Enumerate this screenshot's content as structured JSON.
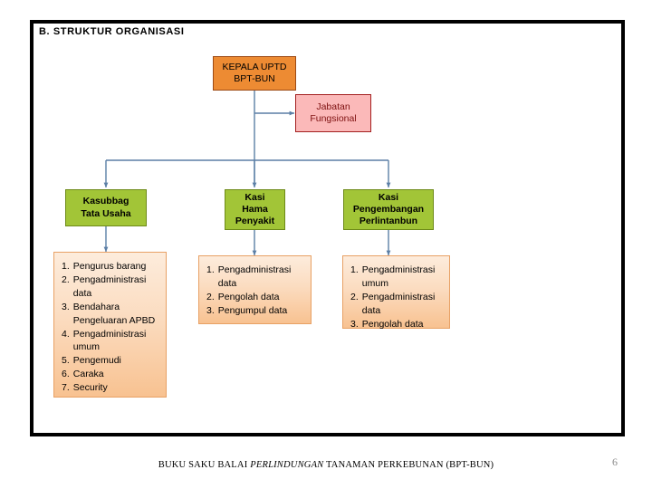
{
  "slide": {
    "title": "B. STRUKTUR ORGANISASI",
    "page_number": "6",
    "footer": {
      "prefix": "BUKU SAKU BALAI ",
      "italic": "PERLINDUNGAN",
      "suffix": " TANAMAN PERKEBUNAN (BPT-BUN)"
    },
    "colors": {
      "frame_border": "#000000",
      "head_fill": "#ED8B33",
      "head_border": "#9C4A14",
      "functional_fill": "#FBB9B9",
      "functional_border": "#A32020",
      "functional_text": "#7E1010",
      "green_fill": "#A2C537",
      "green_border": "#6E8A18",
      "list_fill_top": "#FDECDC",
      "list_fill_bottom": "#F8C291",
      "list_border": "#E8A165",
      "connector": "#5B7FA6",
      "page_number": "#8C8C8C"
    }
  },
  "chart_data": {
    "type": "diagram",
    "title": "B. STRUKTUR ORGANISASI",
    "nodes": [
      {
        "id": "kepala",
        "label": "KEPALA UPTD BPT-BUN",
        "level": 0,
        "style": "orange"
      },
      {
        "id": "fungsional",
        "label": "Jabatan Fungsional",
        "level": 1,
        "style": "pink"
      },
      {
        "id": "kasubbag",
        "label": "Kasubbag Tata Usaha",
        "level": 2,
        "style": "green"
      },
      {
        "id": "kasi-hama",
        "label": "Kasi Hama Penyakit",
        "level": 2,
        "style": "green"
      },
      {
        "id": "kasi-bang",
        "label": "Kasi Pengembangan Perlintanbun",
        "level": 2,
        "style": "green"
      },
      {
        "id": "list-kasubbag",
        "label": "staff list of Kasubbag Tata Usaha",
        "level": 3,
        "style": "peach"
      },
      {
        "id": "list-hama",
        "label": "staff list of Kasi Hama Penyakit",
        "level": 3,
        "style": "peach"
      },
      {
        "id": "list-bang",
        "label": "staff list of Kasi Pengembangan Perlintanbun",
        "level": 3,
        "style": "peach"
      }
    ],
    "edges": [
      {
        "from": "kepala",
        "to": "fungsional",
        "type": "arrow"
      },
      {
        "from": "kepala",
        "to": "kasubbag",
        "type": "arrow"
      },
      {
        "from": "kepala",
        "to": "kasi-hama",
        "type": "arrow"
      },
      {
        "from": "kepala",
        "to": "kasi-bang",
        "type": "arrow"
      },
      {
        "from": "kasubbag",
        "to": "list-kasubbag",
        "type": "arrow"
      },
      {
        "from": "kasi-hama",
        "to": "list-hama",
        "type": "arrow"
      },
      {
        "from": "kasi-bang",
        "to": "list-bang",
        "type": "arrow"
      }
    ]
  },
  "nodes": {
    "kepala": {
      "line1": "KEPALA UPTD",
      "line2": "BPT-BUN"
    },
    "fungsional": {
      "line1": "Jabatan",
      "line2": "Fungsional"
    },
    "kasubbag": {
      "line1": "Kasubbag",
      "line2": "Tata Usaha"
    },
    "kasi_hama": {
      "line1": "Kasi",
      "line2": "Hama",
      "line3": "Penyakit"
    },
    "kasi_bang": {
      "line1": "Kasi",
      "line2": "Pengembangan",
      "line3": "Perlintanbun"
    }
  },
  "lists": {
    "kasubbag": [
      {
        "num": "1.",
        "text": "Pengurus barang"
      },
      {
        "num": "2.",
        "text": "Pengadministrasi data"
      },
      {
        "num": "3.",
        "text": "Bendahara Pengeluaran APBD"
      },
      {
        "num": "4.",
        "text": "Pengadministrasi umum"
      },
      {
        "num": "5.",
        "text": "Pengemudi"
      },
      {
        "num": "6.",
        "text": "Caraka"
      },
      {
        "num": "7.",
        "text": "Security"
      }
    ],
    "kasi_hama": [
      {
        "num": "1.",
        "text": "Pengadministrasi data"
      },
      {
        "num": "2.",
        "text": "Pengolah data"
      },
      {
        "num": "3.",
        "text": "Pengumpul data"
      }
    ],
    "kasi_bang": [
      {
        "num": "1.",
        "text": "Pengadministrasi umum"
      },
      {
        "num": "2.",
        "text": "Pengadministrasi data"
      },
      {
        "num": "3.",
        "text": "Pengolah data"
      }
    ]
  }
}
